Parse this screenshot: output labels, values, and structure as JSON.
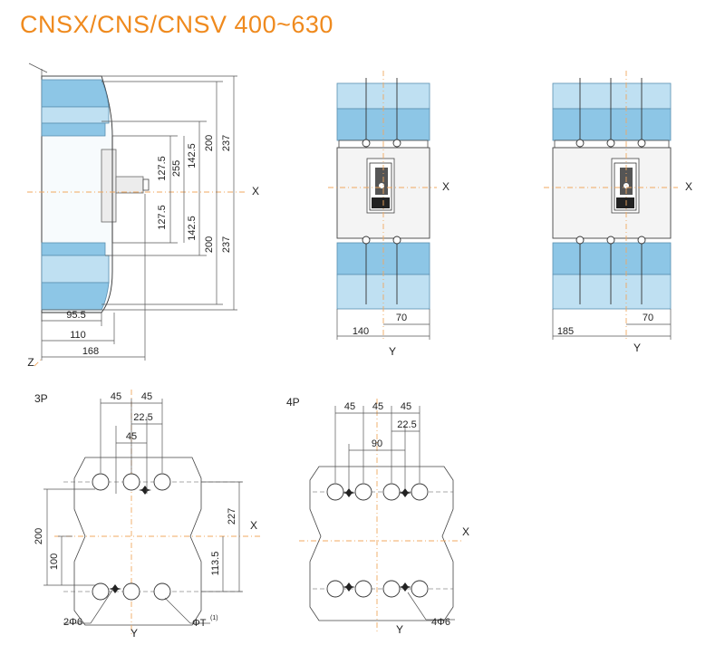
{
  "title": "CNSX/CNS/CNSV 400~630",
  "side_view": {
    "dims_vertical": [
      "127.5",
      "127.5",
      "255",
      "142.5",
      "142.5",
      "200",
      "200",
      "237",
      "237"
    ],
    "dims_horizontal": [
      "95.5",
      "110",
      "168"
    ],
    "axis_x": "X",
    "axis_z": "Z"
  },
  "front_3p": {
    "width": "140",
    "half": "70",
    "axis_x": "X",
    "axis_y": "Y"
  },
  "front_4p": {
    "width": "185",
    "half": "70",
    "axis_x": "X",
    "axis_y": "Y"
  },
  "drill_3p": {
    "label": "3P",
    "top_dims": [
      "45",
      "45",
      "22.5",
      "45"
    ],
    "left_dims": [
      "200",
      "100"
    ],
    "right_dims": [
      "227",
      "113.5"
    ],
    "hole_label": "2Φ6",
    "terminal_label": "ΦT",
    "terminal_note": "(1)",
    "axis_x": "X",
    "axis_y": "Y"
  },
  "drill_4p": {
    "label": "4P",
    "top_dims": [
      "45",
      "45",
      "45",
      "22.5",
      "90"
    ],
    "hole_label": "4Φ6",
    "axis_x": "X",
    "axis_y": "Y"
  }
}
